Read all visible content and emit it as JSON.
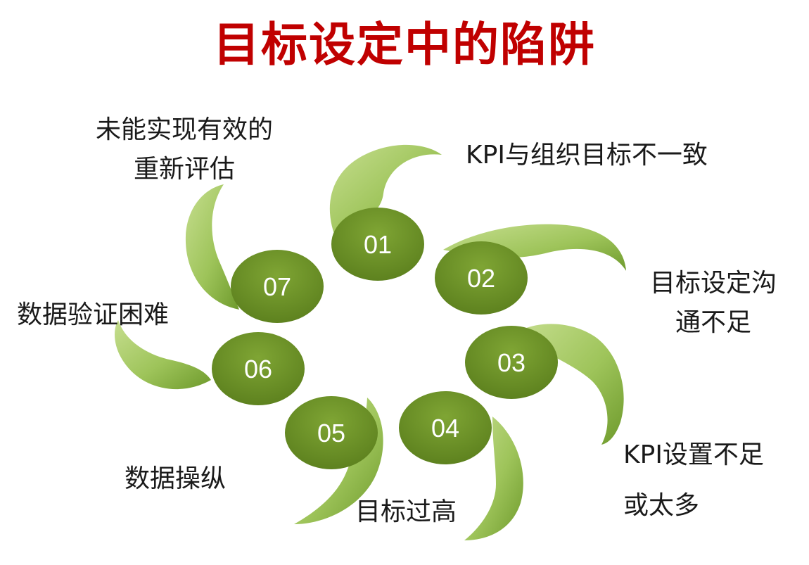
{
  "title": "目标设定中的陷阱",
  "colors": {
    "title": "#c00000",
    "node_fill": "#6f9326",
    "swirl_light": "#c6de8f",
    "swirl_dark": "#7ea83a"
  },
  "nodes": [
    {
      "id": "01",
      "label_lines": [
        "KPI与组织目标不一致"
      ]
    },
    {
      "id": "02",
      "label_lines": [
        "目标设定沟",
        "通不足"
      ]
    },
    {
      "id": "03",
      "label_lines": [
        "KPI设置不足",
        "或太多"
      ]
    },
    {
      "id": "04",
      "label_lines": [
        "目标过高"
      ]
    },
    {
      "id": "05",
      "label_lines": [
        "数据操纵"
      ]
    },
    {
      "id": "06",
      "label_lines": [
        "数据验证困难"
      ]
    },
    {
      "id": "07",
      "label_lines": [
        "未能实现有效的",
        "重新评估"
      ]
    }
  ]
}
